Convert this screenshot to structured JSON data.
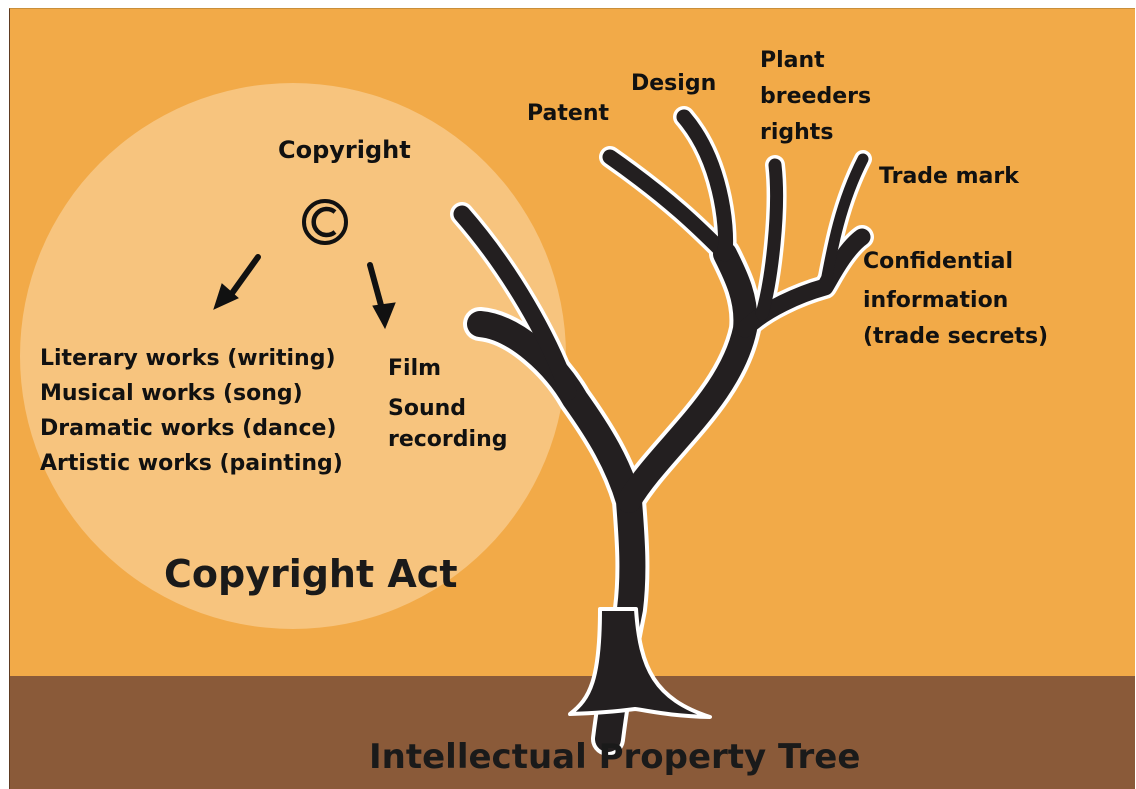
{
  "colors": {
    "sky": "#f2aa48",
    "ground": "#8a5a39",
    "circle": "#f7c47e",
    "tree": "#231f20",
    "tree_outline": "#ffffff",
    "text": "#111111"
  },
  "icons": {
    "copyright_symbol": "copyright-icon",
    "arrows": "arrow-down-icon"
  },
  "copyright": {
    "heading": "Copyright",
    "symbol": "©",
    "left_works": [
      "Literary works (writing)",
      "Musical works (song)",
      "Dramatic works (dance)",
      "Artistic works (painting)"
    ],
    "right_works": {
      "film": "Film",
      "sound_line1": "Sound",
      "sound_line2": "recording"
    },
    "act": "Copyright Act"
  },
  "branches": {
    "patent": "Patent",
    "design": "Design",
    "plant_line1": "Plant",
    "plant_line2": "breeders",
    "plant_line3": "rights",
    "trade_mark": "Trade mark",
    "conf_line1": "Confidential",
    "conf_line2": "information",
    "conf_line3": "(trade secrets)"
  },
  "title": "Intellectual Property Tree"
}
